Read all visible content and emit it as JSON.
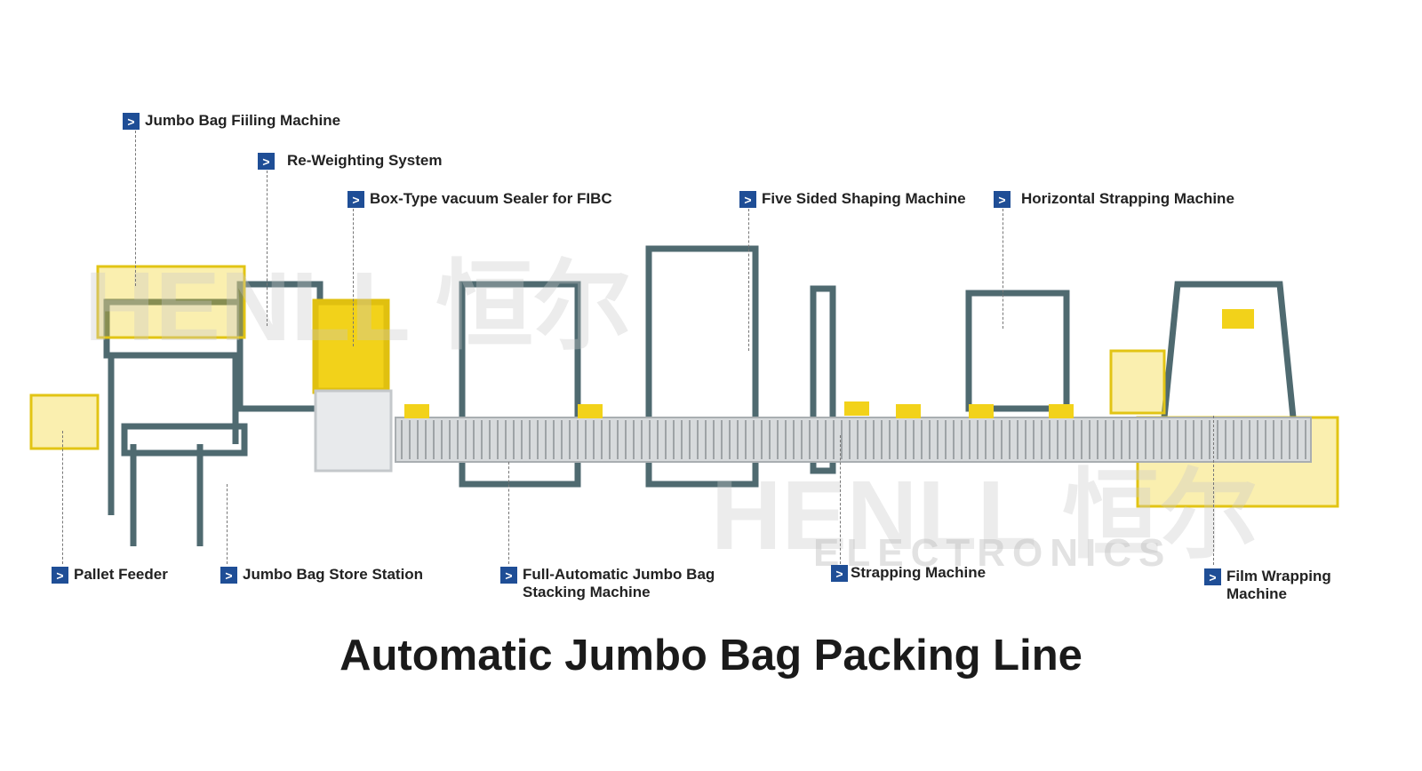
{
  "title": "Automatic Jumbo Bag Packing Line",
  "watermark": {
    "brand": "HENLL 恒尔",
    "sub": "ELECTRONICS"
  },
  "labels": [
    {
      "id": "jumbo-bag-filling-machine",
      "text": "Jumbo Bag Fiiling Machine"
    },
    {
      "id": "re-weighting-system",
      "text": "Re-Weighting System"
    },
    {
      "id": "box-type-vacuum-sealer",
      "text": "Box-Type vacuum Sealer for FIBC"
    },
    {
      "id": "five-sided-shaping-machine",
      "text": "Five Sided Shaping Machine"
    },
    {
      "id": "horizontal-strapping-machine",
      "text": "Horizontal Strapping Machine"
    },
    {
      "id": "pallet-feeder",
      "text": "Pallet Feeder"
    },
    {
      "id": "jumbo-bag-store-station",
      "text": "Jumbo Bag Store Station"
    },
    {
      "id": "stacking-machine",
      "text": "Full-Automatic Jumbo Bag\nStacking Machine"
    },
    {
      "id": "strapping-machine",
      "text": "Strapping Machine"
    },
    {
      "id": "film-wrapping-machine",
      "text": "Film Wrapping\nMachine"
    }
  ],
  "colors": {
    "accent": "#1f4e96",
    "frame": "#4f6a70",
    "yellow": "#f2d21a",
    "roller": "#b9bdc0"
  }
}
